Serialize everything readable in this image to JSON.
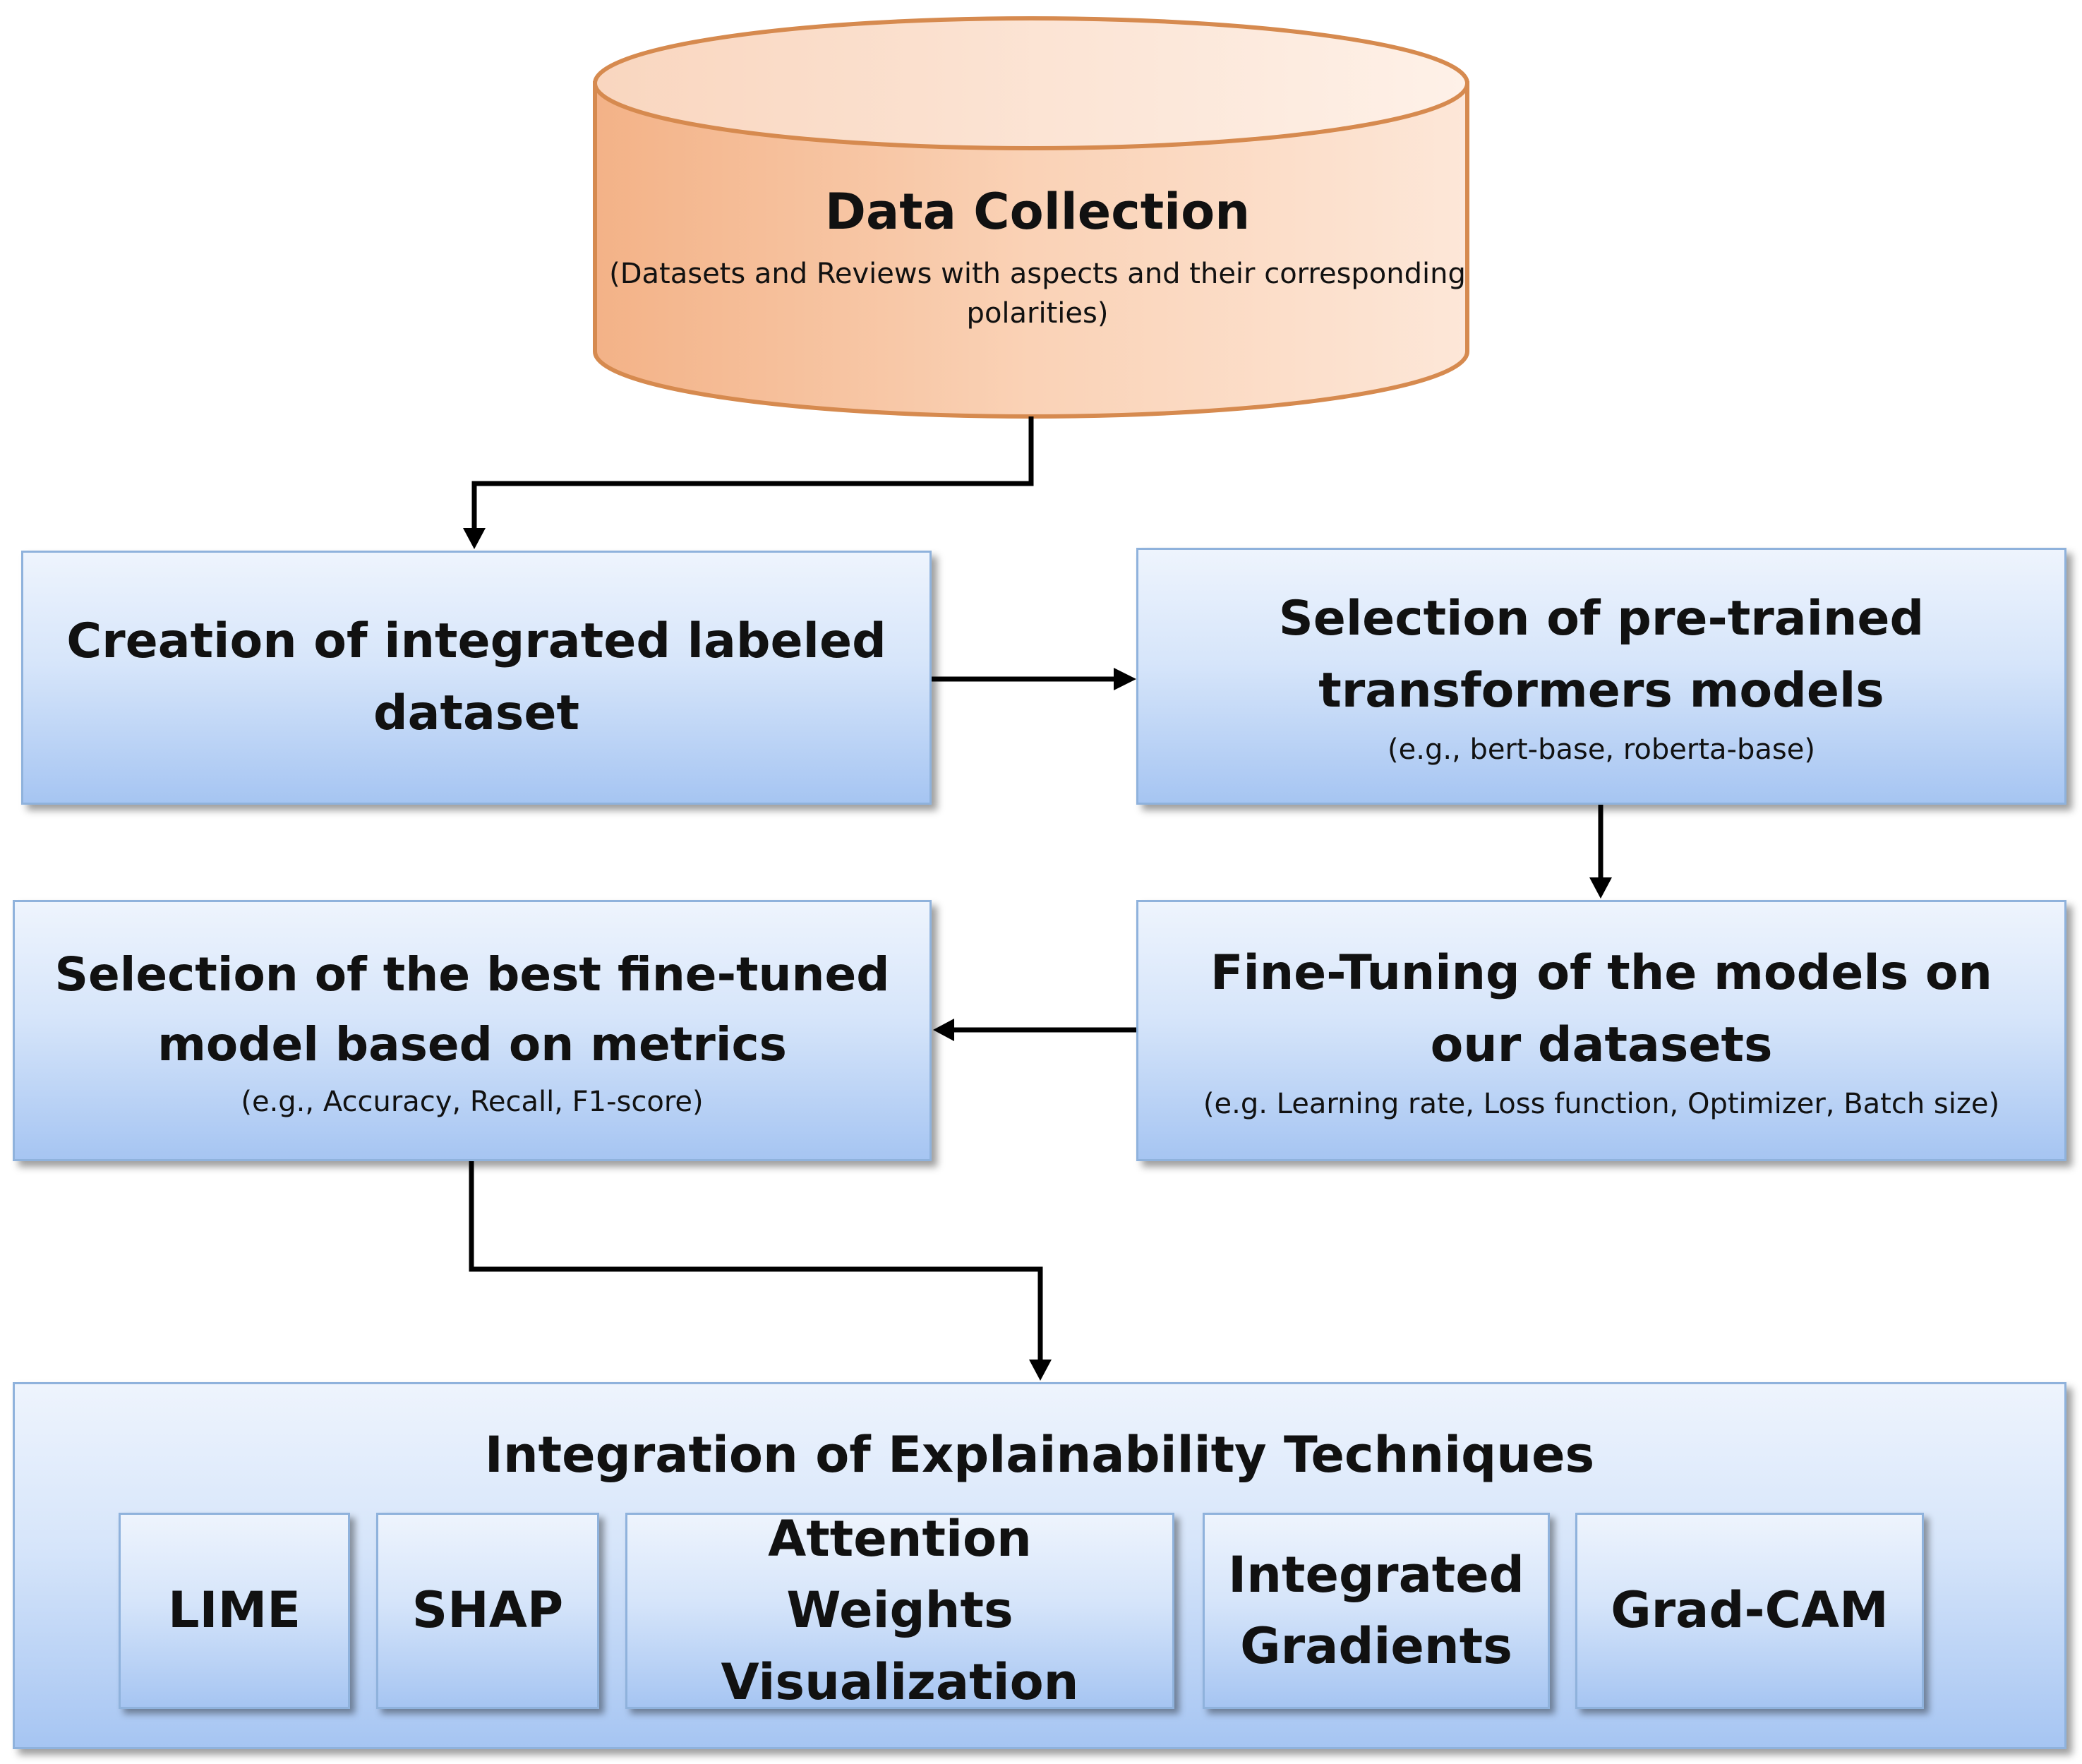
{
  "diagram": {
    "data_collection": {
      "title": "Data Collection",
      "note": "(Datasets and Reviews with aspects and their corresponding polarities)"
    },
    "creation_step": {
      "title": "Creation of integrated labeled dataset"
    },
    "model_selection_step": {
      "title": "Selection of pre-trained transformers models",
      "note": "(e.g., bert-base, roberta-base)"
    },
    "fine_tuning_step": {
      "title": "Fine-Tuning of the models on our datasets",
      "note": "(e.g. Learning rate, Loss function, Optimizer, Batch size)"
    },
    "best_model_step": {
      "title": "Selection of the best fine-tuned model based on metrics",
      "note": "(e.g., Accuracy, Recall, F1-score)"
    },
    "explainability_step": {
      "title": "Integration of Explainability Techniques",
      "techniques": [
        "LIME",
        "SHAP",
        "Attention Weights Visualization",
        "Integrated Gradients",
        "Grad-CAM"
      ]
    },
    "colors": {
      "cylinder_fill": "#f7c3a2",
      "cylinder_border": "#d68a4f",
      "box_border": "#8fb2dc",
      "box_gradient_top": "#eef4fd",
      "box_gradient_bottom": "#a6c5f2",
      "arrow": "#000000"
    }
  }
}
